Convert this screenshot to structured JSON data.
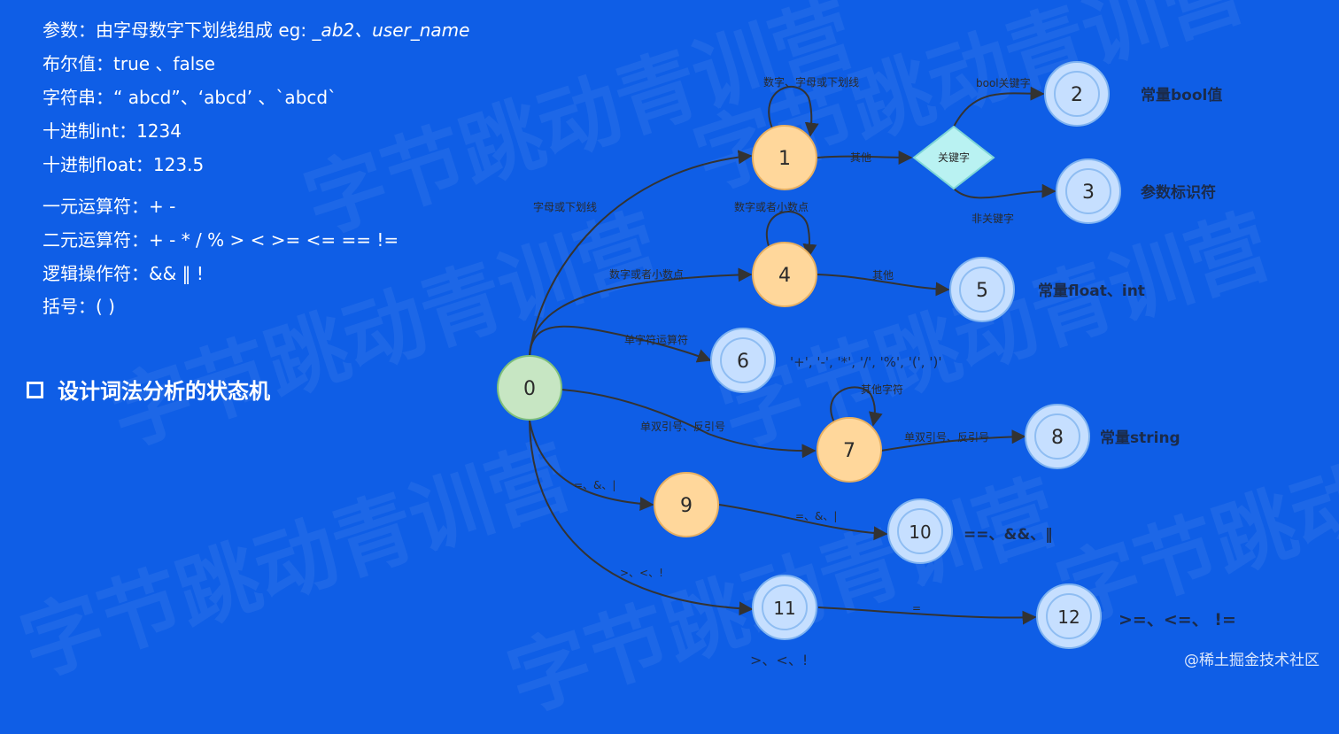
{
  "rules": [
    {
      "prefix": "参数：由字母数字下划线组成 eg: ",
      "italic": "_ab2、user_name"
    },
    {
      "prefix": "布尔值：true 、false",
      "italic": ""
    },
    {
      "prefix": "字符串：“ abcd”、‘abcd’ 、`abcd`",
      "italic": ""
    },
    {
      "prefix": "十进制int：1234",
      "italic": ""
    },
    {
      "prefix": "十进制float：123.5",
      "italic": ""
    },
    {
      "prefix": "一元运算符：+ -",
      "italic": ""
    },
    {
      "prefix": "二元运算符：+ -  *  /  %  >  <  >=  <= == !=",
      "italic": ""
    },
    {
      "prefix": "逻辑操作符：&&  ‖  !",
      "italic": ""
    },
    {
      "prefix": "括号：(  )",
      "italic": ""
    }
  ],
  "section_title": "设计词法分析的状态机",
  "watermark_text": "字节跳动青训营",
  "credit": "@稀土掘金技术社区",
  "colors": {
    "background": "#0f5ee6",
    "start_fill": "#c7e6c3",
    "start_stroke": "#7fbf7b",
    "mid_fill": "#ffd79b",
    "mid_stroke": "#e7b062",
    "end_fill": "#c6dfff",
    "end_stroke": "#7fb3f0",
    "diamond_fill": "#b9f2f2",
    "diamond_stroke": "#7fd6d6",
    "edge": "#333333",
    "outcome_text": "#1b2b4a"
  },
  "states": [
    {
      "id": "s0",
      "label": "0",
      "kind": "start"
    },
    {
      "id": "s1",
      "label": "1",
      "kind": "mid"
    },
    {
      "id": "s2",
      "label": "2",
      "kind": "end"
    },
    {
      "id": "s3",
      "label": "3",
      "kind": "end"
    },
    {
      "id": "s4",
      "label": "4",
      "kind": "mid"
    },
    {
      "id": "s5",
      "label": "5",
      "kind": "end"
    },
    {
      "id": "s6",
      "label": "6",
      "kind": "end"
    },
    {
      "id": "s7",
      "label": "7",
      "kind": "mid"
    },
    {
      "id": "s8",
      "label": "8",
      "kind": "end"
    },
    {
      "id": "s9",
      "label": "9",
      "kind": "mid"
    },
    {
      "id": "s10",
      "label": "10",
      "kind": "end"
    },
    {
      "id": "s11",
      "label": "11",
      "kind": "end"
    },
    {
      "id": "s12",
      "label": "12",
      "kind": "end"
    }
  ],
  "decision": {
    "label": "关键字"
  },
  "edges": [
    {
      "id": "e-0-1",
      "label": "字母或下划线"
    },
    {
      "id": "e-1-1",
      "label": "数字、字母或下划线"
    },
    {
      "id": "e-1-k",
      "label": "其他"
    },
    {
      "id": "e-k-2",
      "label": "bool关键字"
    },
    {
      "id": "e-k-3",
      "label": "非关键字"
    },
    {
      "id": "e-0-4",
      "label": "数字或者小数点"
    },
    {
      "id": "e-4-4",
      "label": "数字或者小数点"
    },
    {
      "id": "e-4-5",
      "label": "其他"
    },
    {
      "id": "e-0-6",
      "label": "单字符运算符"
    },
    {
      "id": "e-0-7",
      "label": "单双引号、反引号"
    },
    {
      "id": "e-7-7",
      "label": "其他字符"
    },
    {
      "id": "e-7-8",
      "label": "单双引号、反引号"
    },
    {
      "id": "e-0-9",
      "label": "=、&、|"
    },
    {
      "id": "e-9-10",
      "label": "=、&、|"
    },
    {
      "id": "e-0-11",
      "label": ">、<、!"
    },
    {
      "id": "e-11-12",
      "label": "="
    }
  ],
  "outcomes": [
    {
      "id": "o2",
      "label": "常量bool值"
    },
    {
      "id": "o3",
      "label": "参数标识符"
    },
    {
      "id": "o5",
      "label": "常量float、int"
    },
    {
      "id": "o6",
      "label": "'+', '-', '*', '/', '%', '(', ')'"
    },
    {
      "id": "o8",
      "label": "常量string"
    },
    {
      "id": "o10",
      "label": "==、&&、‖"
    },
    {
      "id": "o11",
      "label": ">、<、!"
    },
    {
      "id": "o12",
      "label": ">=、<=、 !="
    }
  ]
}
